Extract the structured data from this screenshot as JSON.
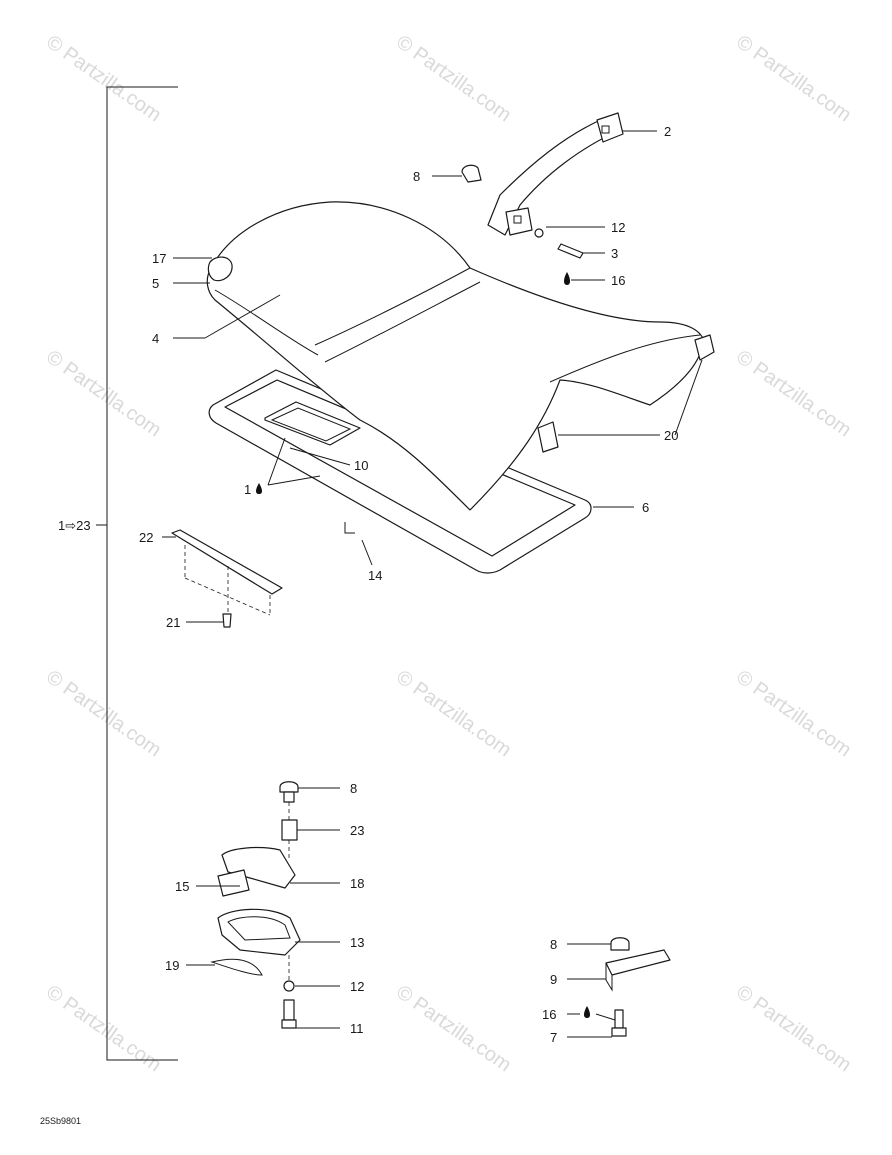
{
  "diagram": {
    "group_label": "1⇨23",
    "drawing_code": "25Sb9801",
    "watermark": "© Partzilla.com",
    "callouts": {
      "c2": "2",
      "c8a": "8",
      "c12a": "12",
      "c3": "3",
      "c16a": "16",
      "c17": "17",
      "c5": "5",
      "c4": "4",
      "c20": "20",
      "c10": "10",
      "c1": "1",
      "c6": "6",
      "c22": "22",
      "c14": "14",
      "c21": "21",
      "c8b": "8",
      "c23": "23",
      "c18": "18",
      "c15": "15",
      "c13": "13",
      "c19": "19",
      "c12b": "12",
      "c11": "11",
      "c8c": "8",
      "c9": "9",
      "c16b": "16",
      "c7": "7"
    }
  }
}
